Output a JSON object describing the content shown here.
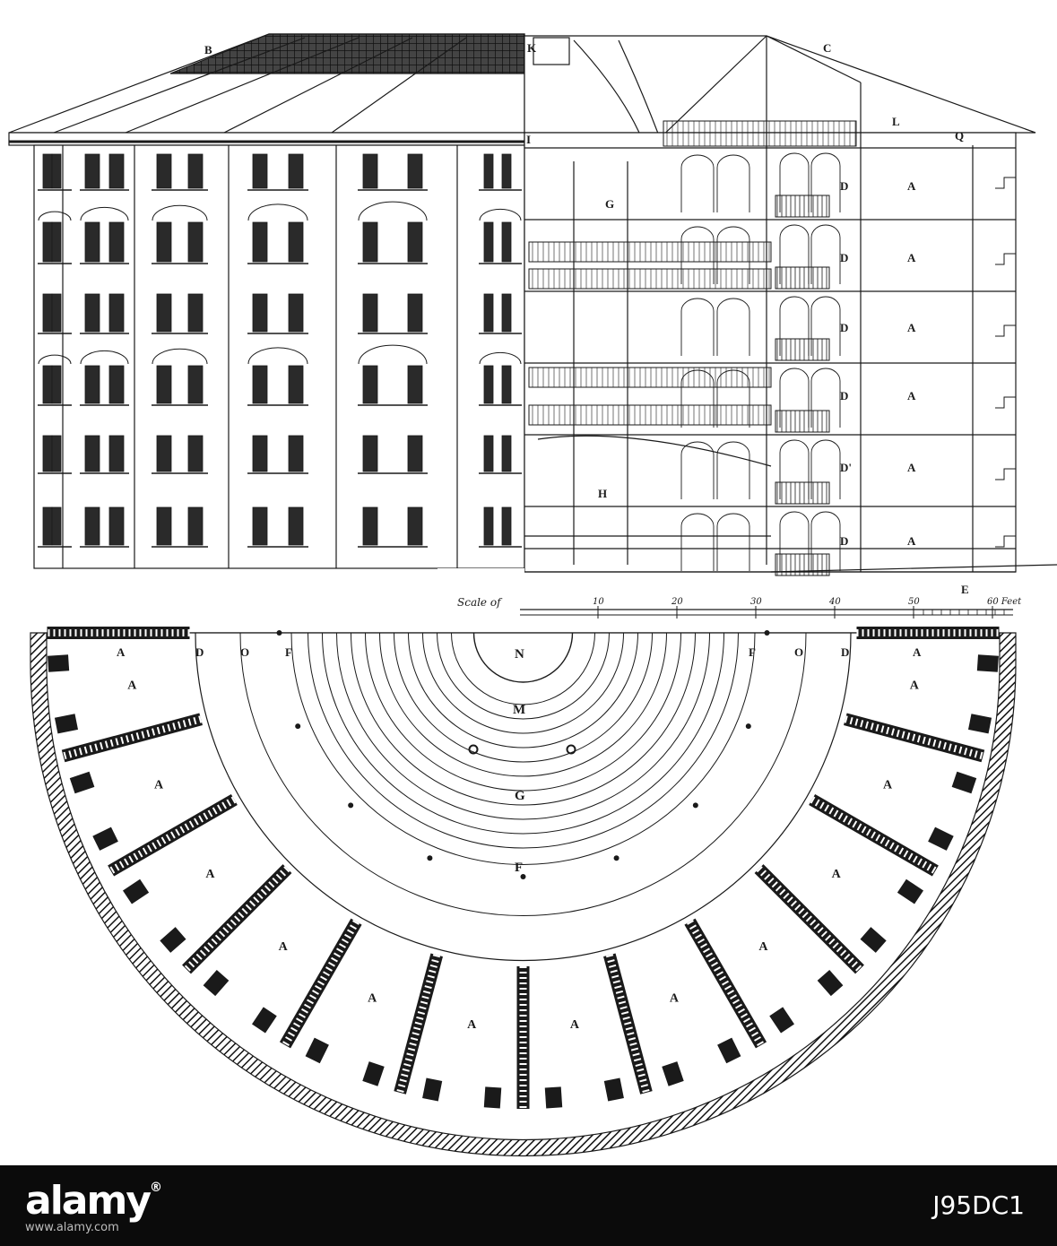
{
  "section_labels": {
    "B": "B",
    "C": "C",
    "K": "K",
    "I": "I",
    "L": "L",
    "Q": "Q",
    "G": "G",
    "H": "H",
    "E": "E",
    "D_rows": [
      "D",
      "D",
      "D",
      "D",
      "D'",
      "D"
    ],
    "A_rows": [
      "A",
      "A",
      "A",
      "A",
      "A",
      "A"
    ]
  },
  "scale": {
    "caption": "Scale of",
    "ticks": [
      "10",
      "20",
      "30",
      "40",
      "50",
      "60 Feet"
    ]
  },
  "plan_labels": {
    "top_left": [
      "A",
      "D",
      "O",
      "F"
    ],
    "top_right": [
      "F",
      "O",
      "D",
      "A"
    ],
    "N": "N",
    "M": "M",
    "G": "G",
    "F": "F",
    "cell": "A"
  },
  "watermark": {
    "brand": "alamy",
    "url": "www.alamy.com",
    "image_id": "J95DC1"
  },
  "colors": {
    "ink": "#1a1a1a",
    "paper": "#ffffff",
    "banner": "#0b0b0b"
  }
}
